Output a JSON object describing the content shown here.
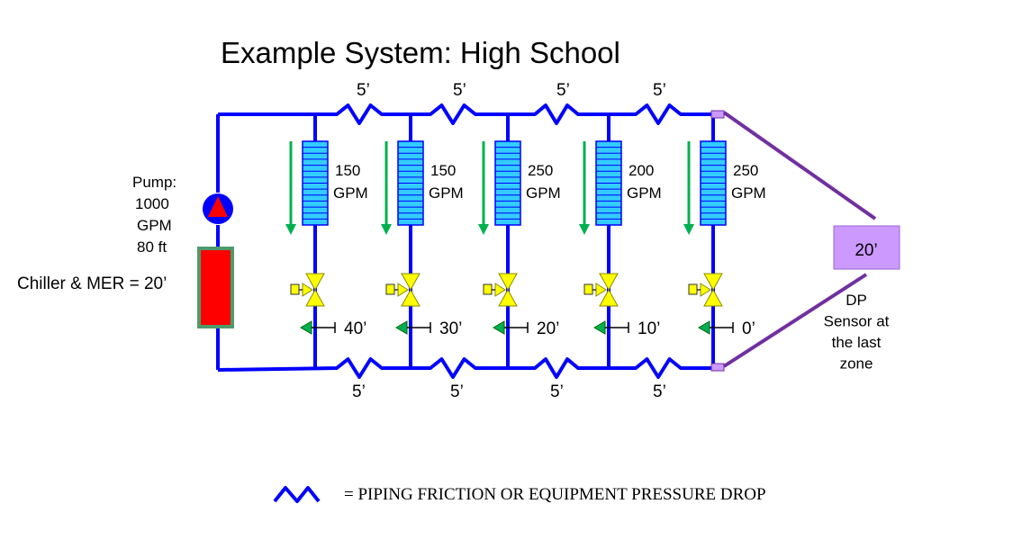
{
  "title": "Example System: High School",
  "colors": {
    "pipe": "#0000FF",
    "coil": "#33CCFF",
    "flow_arrow": "#00B050",
    "valve": "#FFFF00",
    "dp_arrow": "#00B050",
    "pump_circle": "#0000FF",
    "pump_triangle": "#FF0000",
    "chiller_fill": "#FF0000",
    "chiller_border": "#4E9A6B",
    "sensor_fill": "#CC99FF",
    "sensor_line": "#7030A0"
  },
  "pump": {
    "line1": "Pump:",
    "line2": "1000",
    "line3": "GPM",
    "line4": "80 ft"
  },
  "chiller": {
    "label": "Chiller & MER = 20’"
  },
  "top_friction_labels": [
    "5’",
    "5’",
    "5’",
    "5’"
  ],
  "bottom_friction_labels": [
    "5’",
    "5’",
    "5’",
    "5’"
  ],
  "zones": [
    {
      "flow_value": "150",
      "flow_unit": "GPM",
      "dp": "40’"
    },
    {
      "flow_value": "150",
      "flow_unit": "GPM",
      "dp": "30’"
    },
    {
      "flow_value": "250",
      "flow_unit": "GPM",
      "dp": "20’"
    },
    {
      "flow_value": "200",
      "flow_unit": "GPM",
      "dp": "10’"
    },
    {
      "flow_value": "250",
      "flow_unit": "GPM",
      "dp": "0’"
    }
  ],
  "sensor": {
    "value": "20’",
    "caption_lines": [
      "DP",
      "Sensor at",
      "the last",
      "zone"
    ]
  },
  "legend": {
    "icon": "zigzag-friction-icon",
    "text": "= PIPING FRICTION OR EQUIPMENT PRESSURE DROP"
  }
}
